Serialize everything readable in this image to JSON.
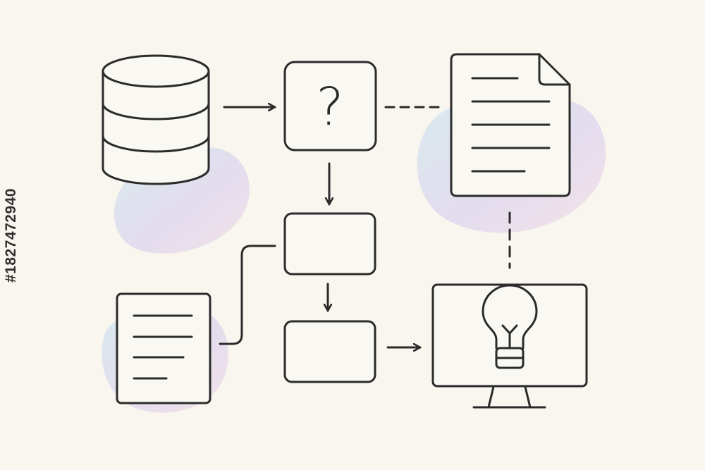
{
  "diagram": {
    "question_symbol": "?",
    "colors": {
      "background": "#f8f6ee",
      "stroke": "#2b2b2b",
      "blob_gradient": [
        "#cfe6ee",
        "#dcd4ee",
        "#f1dbe6"
      ]
    },
    "nodes": [
      {
        "id": "database",
        "icon": "database-icon"
      },
      {
        "id": "question",
        "icon": "question-icon"
      },
      {
        "id": "document-large",
        "icon": "document-icon"
      },
      {
        "id": "process-1",
        "icon": "process-box"
      },
      {
        "id": "process-2",
        "icon": "process-box"
      },
      {
        "id": "document-small",
        "icon": "note-icon"
      },
      {
        "id": "monitor",
        "icon": "monitor-icon"
      },
      {
        "id": "idea",
        "icon": "lightbulb-icon"
      }
    ],
    "edges": [
      {
        "from": "database",
        "to": "question",
        "style": "arrow"
      },
      {
        "from": "question",
        "to": "document-large",
        "style": "dashed"
      },
      {
        "from": "question",
        "to": "process-1",
        "style": "arrow"
      },
      {
        "from": "process-1",
        "to": "process-2",
        "style": "arrow"
      },
      {
        "from": "document-small",
        "to": "process-1",
        "style": "line"
      },
      {
        "from": "process-2",
        "to": "monitor",
        "style": "arrow"
      },
      {
        "from": "document-large",
        "to": "monitor",
        "style": "dashed"
      }
    ]
  },
  "watermark": {
    "id_text": "#1827472940"
  }
}
